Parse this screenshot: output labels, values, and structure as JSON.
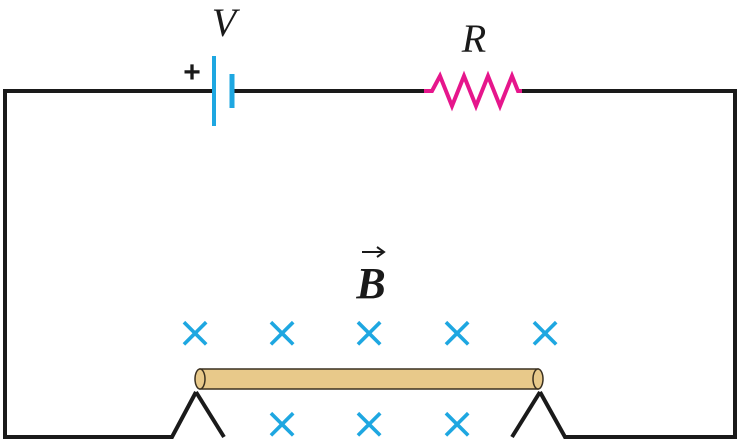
{
  "labels": {
    "voltage": "V",
    "resistance": "R",
    "plus_sign": "+",
    "field": "B"
  },
  "colors": {
    "wire": "#1a1a1a",
    "battery": "#1ea7e1",
    "resistor": "#e6168c",
    "field_x": "#1ea7e1",
    "rod_fill": "#e8c98a",
    "rod_stroke": "#3a3020"
  },
  "field": {
    "symbol": "×",
    "direction": "into-page",
    "rows": [
      5,
      3
    ]
  }
}
